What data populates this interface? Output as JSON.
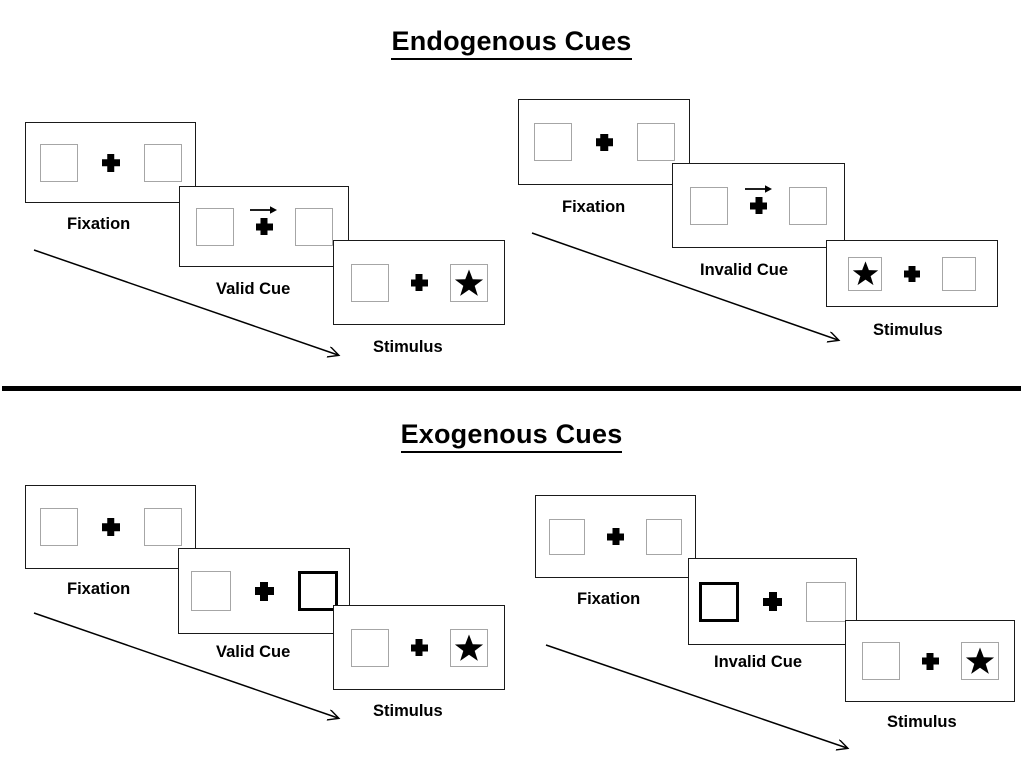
{
  "sections": [
    {
      "id": "endogenous",
      "title": "Endogenous Cues",
      "trials": [
        {
          "id": "endogenous-valid",
          "condition": "valid",
          "cue_type": "arrow",
          "frames": [
            {
              "name": "fixation",
              "caption": "Fixation",
              "left_box": "empty",
              "right_box": "empty",
              "cue": "none",
              "cue_direction": ""
            },
            {
              "name": "cue",
              "caption": "Valid Cue",
              "left_box": "empty",
              "right_box": "empty",
              "cue": "arrow-right",
              "cue_direction": "right"
            },
            {
              "name": "stimulus",
              "caption": "Stimulus",
              "left_box": "empty",
              "right_box": "star",
              "cue": "none",
              "cue_direction": ""
            }
          ]
        },
        {
          "id": "endogenous-invalid",
          "condition": "invalid",
          "cue_type": "arrow",
          "frames": [
            {
              "name": "fixation",
              "caption": "Fixation",
              "left_box": "empty",
              "right_box": "empty",
              "cue": "none",
              "cue_direction": ""
            },
            {
              "name": "cue",
              "caption": "Invalid Cue",
              "left_box": "empty",
              "right_box": "empty",
              "cue": "arrow-right",
              "cue_direction": "right"
            },
            {
              "name": "stimulus",
              "caption": "Stimulus",
              "left_box": "star",
              "right_box": "empty",
              "cue": "none",
              "cue_direction": ""
            }
          ]
        }
      ]
    },
    {
      "id": "exogenous",
      "title": "Exogenous Cues",
      "trials": [
        {
          "id": "exogenous-valid",
          "condition": "valid",
          "cue_type": "box-highlight",
          "frames": [
            {
              "name": "fixation",
              "caption": "Fixation",
              "left_box": "empty",
              "right_box": "empty",
              "cue": "none",
              "cue_direction": ""
            },
            {
              "name": "cue",
              "caption": "Valid Cue",
              "left_box": "empty",
              "right_box": "cued",
              "cue": "highlight-right",
              "cue_direction": "right"
            },
            {
              "name": "stimulus",
              "caption": "Stimulus",
              "left_box": "empty",
              "right_box": "star",
              "cue": "none",
              "cue_direction": ""
            }
          ]
        },
        {
          "id": "exogenous-invalid",
          "condition": "invalid",
          "cue_type": "box-highlight",
          "frames": [
            {
              "name": "fixation",
              "caption": "Fixation",
              "left_box": "empty",
              "right_box": "empty",
              "cue": "none",
              "cue_direction": ""
            },
            {
              "name": "cue",
              "caption": "Invalid Cue",
              "left_box": "cued",
              "right_box": "empty",
              "cue": "highlight-left",
              "cue_direction": "left"
            },
            {
              "name": "stimulus",
              "caption": "Stimulus",
              "left_box": "empty",
              "right_box": "star",
              "cue": "none",
              "cue_direction": ""
            }
          ]
        }
      ]
    }
  ],
  "icons": {
    "fixation_cross": "plus-icon",
    "target": "star-icon",
    "endogenous_cue": "arrow-right-icon",
    "time_flow": "time-arrow-icon"
  },
  "colors": {
    "outline": "#1a1a1a",
    "box_border": "#a6a6a6",
    "cued_box_border": "#000000",
    "ink": "#000000",
    "background": "#ffffff",
    "divider": "#000000"
  },
  "captions": {
    "fixation": "Fixation",
    "valid_cue": "Valid Cue",
    "invalid_cue": "Invalid Cue",
    "stimulus": "Stimulus"
  },
  "titles": {
    "endogenous": "Endogenous Cues",
    "exogenous": "Exogenous Cues"
  }
}
